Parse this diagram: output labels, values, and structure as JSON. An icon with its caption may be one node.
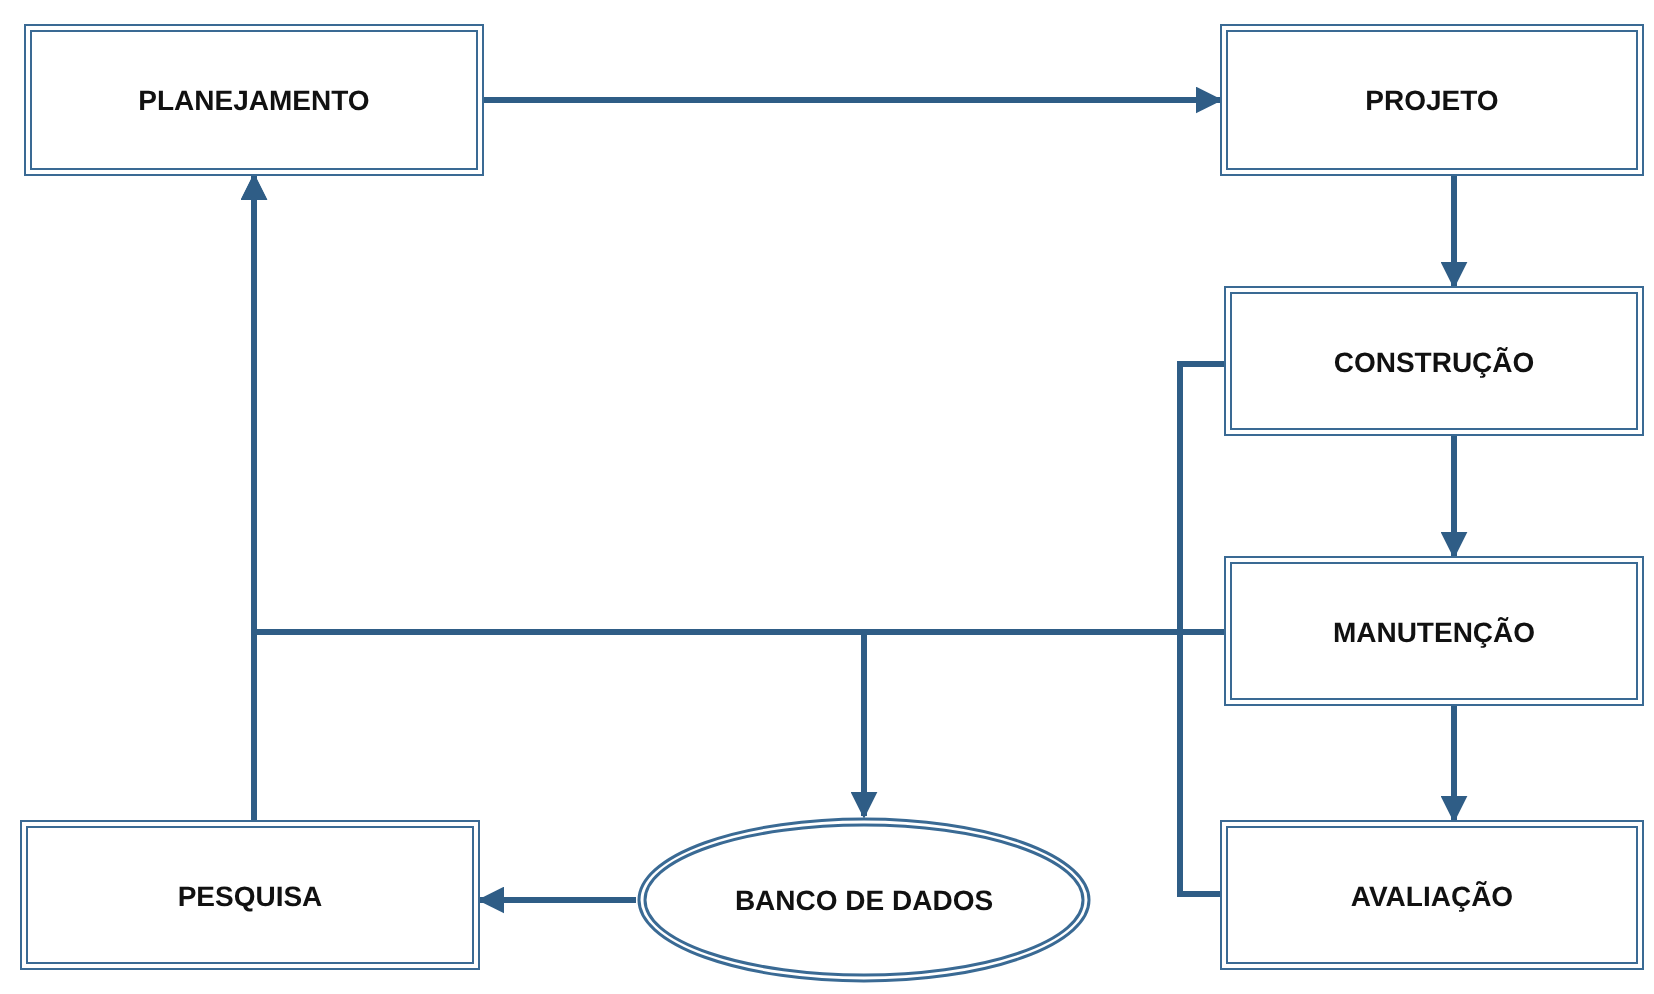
{
  "diagram": {
    "nodes": [
      {
        "text": [
          "PLANEJAMENTO"
        ]
      },
      {
        "text": [
          "PROJETO"
        ]
      },
      {
        "text": [
          "CONSTRUÇÃO"
        ]
      },
      {
        "text": [
          "MANUTENÇÃO"
        ]
      },
      {
        "text": [
          "AVALIAÇÃO"
        ]
      },
      {
        "text": [
          "PESQUISA"
        ]
      },
      {
        "text": [
          "BANCO DE DADOS"
        ]
      }
    ],
    "edges": [
      {
        "from": 0,
        "to": 1,
        "arrow": "to"
      },
      {
        "from": 1,
        "to": 2,
        "arrow": "to"
      },
      {
        "from": 2,
        "to": 3,
        "arrow": "to"
      },
      {
        "from": 3,
        "to": 4,
        "arrow": "to"
      },
      {
        "from": 6,
        "to": 5,
        "arrow": "to"
      },
      {
        "from": 5,
        "to": 0,
        "arrow": "to"
      },
      {
        "from": 3,
        "to": 0,
        "arrow": "to"
      },
      {
        "from": 3,
        "to": 6,
        "arrow": "to"
      },
      {
        "from": 2,
        "to": 4,
        "arrow": "none"
      }
    ]
  }
}
